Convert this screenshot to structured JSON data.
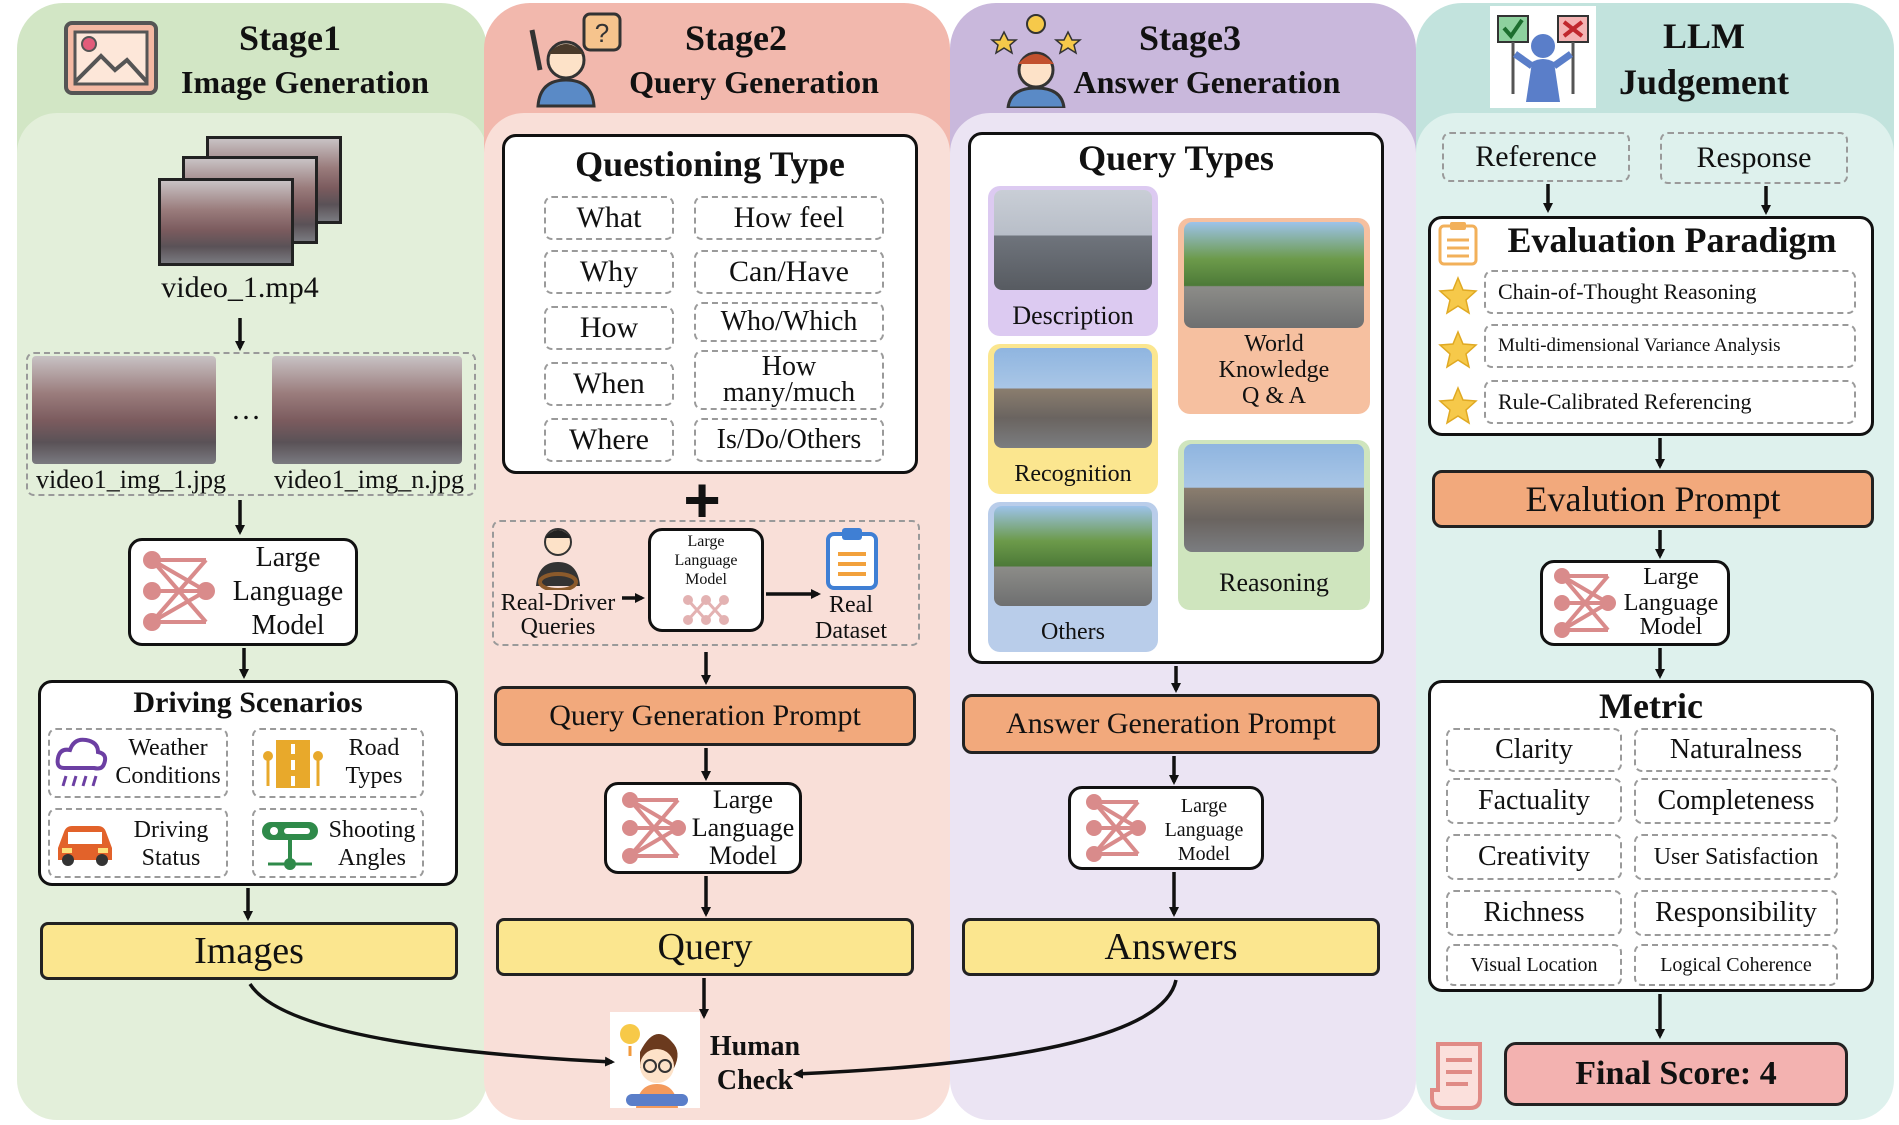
{
  "stage1": {
    "title": "Stage1",
    "subtitle": "Image Generation",
    "video_label": "video_1.mp4",
    "ellipsis": "…",
    "frame1_label": "video1_img_1.jpg",
    "frameN_label": "video1_img_n.jpg",
    "llm": [
      "Large",
      "Language",
      "Model"
    ],
    "scenarios_title": "Driving Scenarios",
    "scenarios": [
      {
        "icon": "cloud-rain-icon",
        "label": [
          "Weather",
          "Conditions"
        ]
      },
      {
        "icon": "road-icon",
        "label": [
          "Road",
          "Types"
        ]
      },
      {
        "icon": "car-icon",
        "label": [
          "Driving",
          "Status"
        ]
      },
      {
        "icon": "camera-angle-icon",
        "label": [
          "Shooting",
          "Angles"
        ]
      }
    ],
    "output": "Images"
  },
  "stage2": {
    "title": "Stage2",
    "subtitle": "Query Generation",
    "qtype_title": "Questioning Type",
    "qtypes_left": [
      "What",
      "Why",
      "How",
      "When",
      "Where"
    ],
    "qtypes_right": [
      "How feel",
      "Can/Have",
      "Who/Which",
      "How many/much",
      "Is/Do/Others"
    ],
    "plus": "+",
    "driver": [
      "Real-Driver",
      "Queries"
    ],
    "small_llm": [
      "Large",
      "Language",
      "Model"
    ],
    "dataset": [
      "Real",
      "Dataset"
    ],
    "prompt": "Query Generation Prompt",
    "llm": [
      "Large",
      "Language",
      "Model"
    ],
    "output": "Query"
  },
  "stage3": {
    "title": "Stage3",
    "subtitle": "Answer Generation",
    "qtypes_title": "Query Types",
    "types": [
      "Description",
      "World Knowledge Q & A",
      "Recognition",
      "Reasoning",
      "Others"
    ],
    "prompt": "Answer Generation Prompt",
    "llm": [
      "Large",
      "Language",
      "Model"
    ],
    "output": "Answers"
  },
  "stage4": {
    "title": "LLM",
    "subtitle": "Judgement",
    "reference": "Reference",
    "response": "Response",
    "paradigm_title": "Evaluation Paradigm",
    "paradigm": [
      "Chain-of-Thought Reasoning",
      "Multi-dimensional Variance Analysis",
      "Rule-Calibrated Referencing"
    ],
    "prompt": "Evalution Prompt",
    "llm": [
      "Large",
      "Language",
      "Model"
    ],
    "metric_title": "Metric",
    "metrics": [
      "Clarity",
      "Naturalness",
      "Factuality",
      "Completeness",
      "Creativity",
      "User Satisfaction",
      "Richness",
      "Responsibility",
      "Visual Location",
      "Logical Coherence"
    ],
    "final": "Final Score: 4"
  },
  "human_check": [
    "Human",
    "Check"
  ],
  "colors": {
    "stage1_bg": "#d2e6c5",
    "stage1_inner": "#e3efda",
    "stage2_bg": "#f2b8ad",
    "stage2_inner": "#f9dfd8",
    "stage3_bg": "#c9b8dc",
    "stage3_inner": "#ebe4f3",
    "stage4_bg": "#c2e3dd",
    "stage4_inner": "#def1ed",
    "orange": "#f2a97c",
    "yellow": "#fbe68f",
    "pink": "#f3b2b0",
    "description": "#dccaf1",
    "recognition": "#fbe68f",
    "others": "#b9cdea",
    "world": "#f6c0a0",
    "reasoning": "#cfe5be"
  }
}
